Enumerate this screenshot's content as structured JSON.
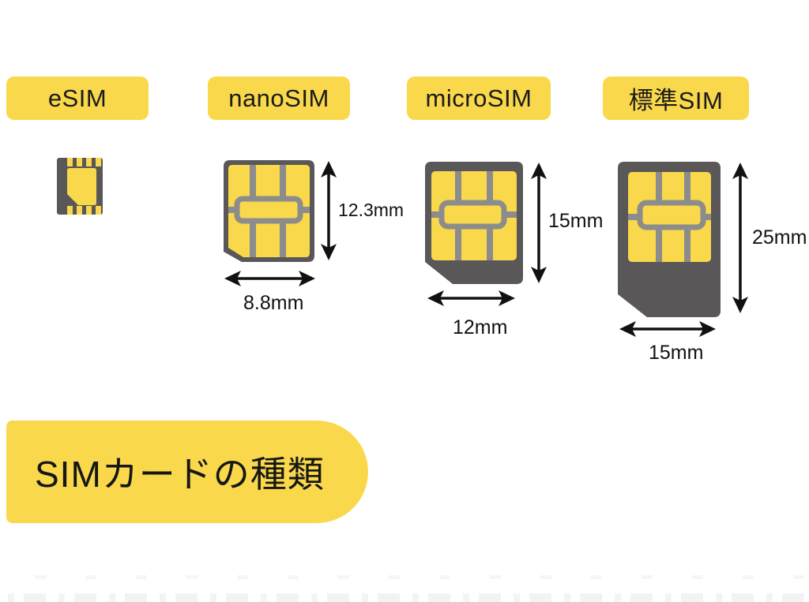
{
  "title": "SIMカードの種類",
  "type_labels": [
    "eSIM",
    "nanoSIM",
    "microSIM",
    "標準SIM"
  ],
  "sims": [
    {
      "name": "eSIM"
    },
    {
      "name": "nanoSIM",
      "height": "12.3mm",
      "width": "8.8mm"
    },
    {
      "name": "microSIM",
      "height": "15mm",
      "width": "12mm"
    },
    {
      "name": "標準SIM",
      "height": "25mm",
      "width": "15mm"
    }
  ],
  "colors": {
    "accent_yellow": "#f9d84b",
    "card_gray": "#595757",
    "contact_line_gray": "#8c8c8c",
    "text_black": "#1a1a1a",
    "background": "#ffffff"
  }
}
